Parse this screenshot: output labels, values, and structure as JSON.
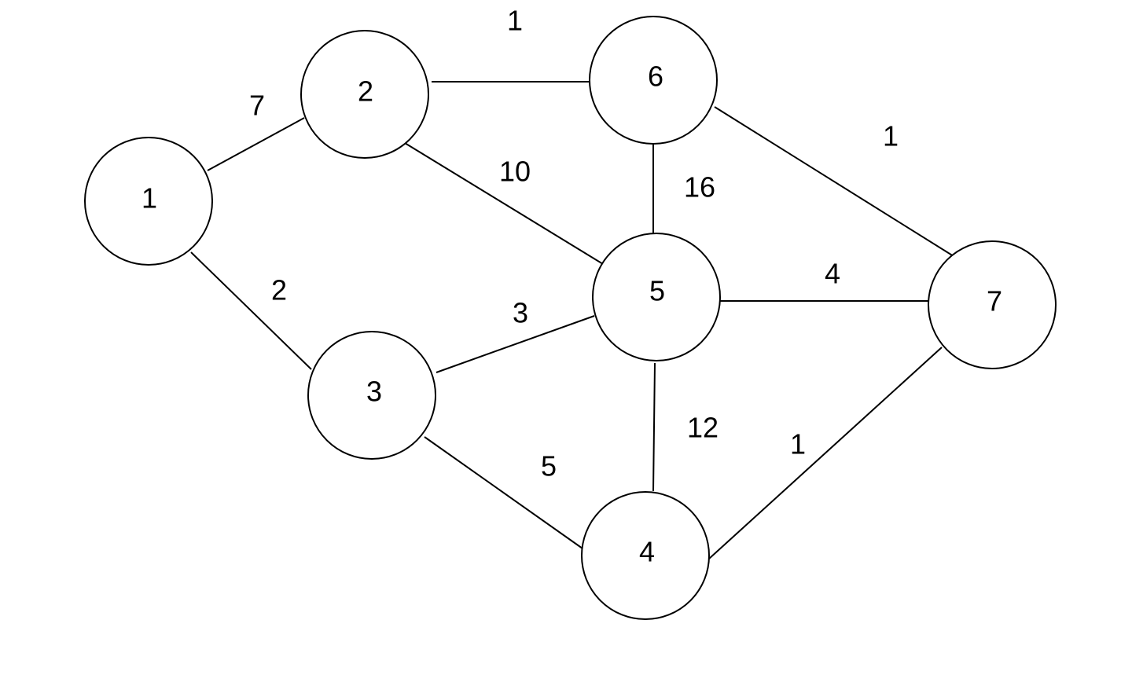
{
  "nodes": [
    {
      "id": "n1",
      "label": "1"
    },
    {
      "id": "n2",
      "label": "2"
    },
    {
      "id": "n3",
      "label": "3"
    },
    {
      "id": "n4",
      "label": "4"
    },
    {
      "id": "n5",
      "label": "5"
    },
    {
      "id": "n6",
      "label": "6"
    },
    {
      "id": "n7",
      "label": "7"
    }
  ],
  "edges": [
    {
      "id": "e1-2",
      "from": "1",
      "to": "2",
      "weight": "7"
    },
    {
      "id": "e1-3",
      "from": "1",
      "to": "3",
      "weight": "2"
    },
    {
      "id": "e2-6",
      "from": "2",
      "to": "6",
      "weight": "1"
    },
    {
      "id": "e2-5",
      "from": "2",
      "to": "5",
      "weight": "10"
    },
    {
      "id": "e6-5",
      "from": "6",
      "to": "5",
      "weight": "16"
    },
    {
      "id": "e6-7",
      "from": "6",
      "to": "7",
      "weight": "1"
    },
    {
      "id": "e3-5",
      "from": "3",
      "to": "5",
      "weight": "3"
    },
    {
      "id": "e5-7",
      "from": "5",
      "to": "7",
      "weight": "4"
    },
    {
      "id": "e3-4",
      "from": "3",
      "to": "4",
      "weight": "5"
    },
    {
      "id": "e5-4",
      "from": "5",
      "to": "4",
      "weight": "12"
    },
    {
      "id": "e4-7",
      "from": "4",
      "to": "7",
      "weight": "1"
    }
  ]
}
